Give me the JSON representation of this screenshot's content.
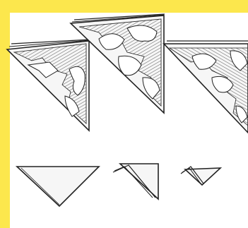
{
  "colors": {
    "border": "#fce74d",
    "paper": "#ffffff",
    "ink": "#222222",
    "paper_fill": "#f4f4f4",
    "hatch": "#5a5a5a"
  },
  "illustration": {
    "top_row": [
      "cut-folded-triangle-1",
      "cut-folded-triangle-2",
      "cut-folded-triangle-3"
    ],
    "bottom_row": [
      "folded-triangle-step-1",
      "folded-triangle-step-2",
      "folded-triangle-step-3"
    ]
  }
}
